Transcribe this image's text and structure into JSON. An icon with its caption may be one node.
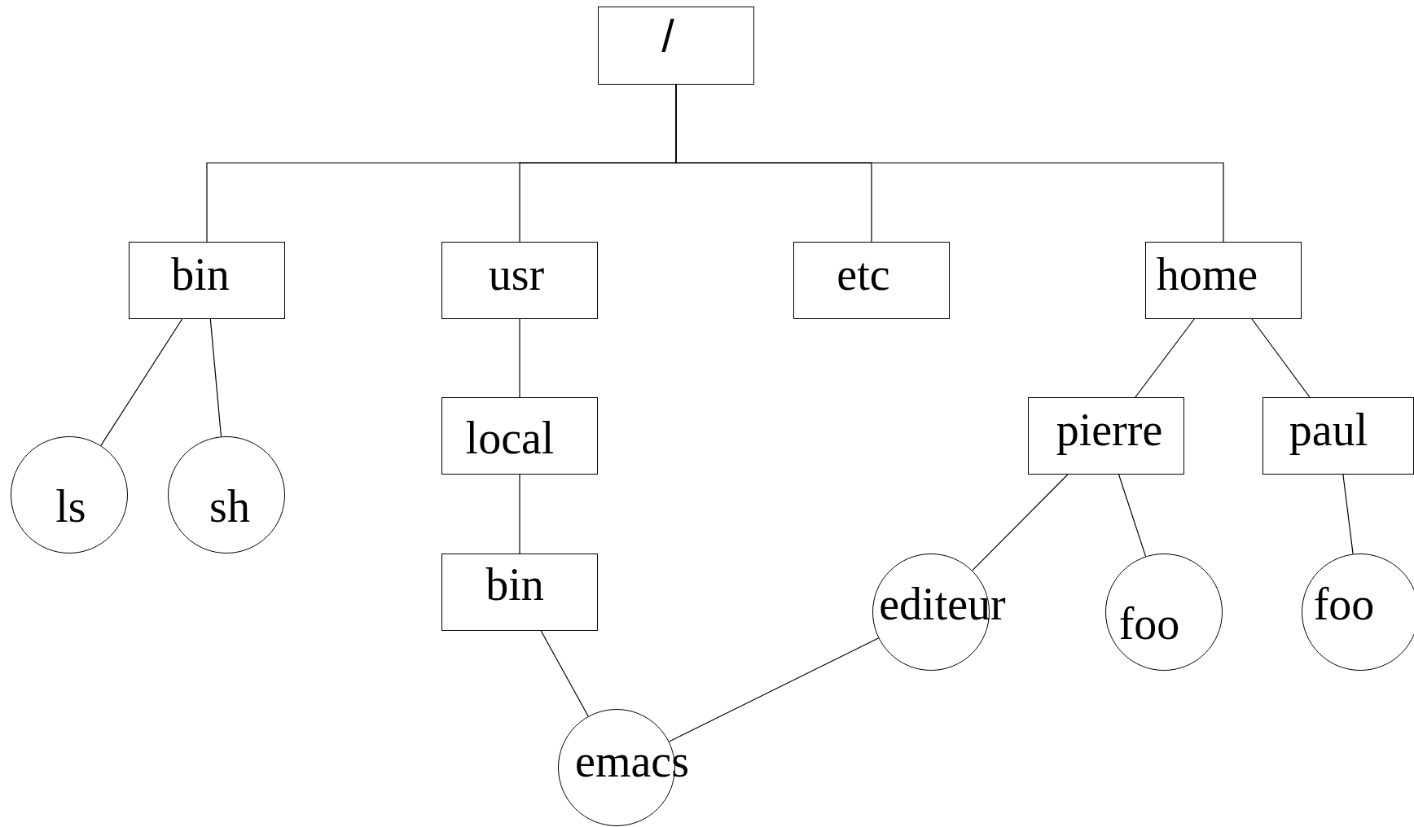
{
  "diagram": {
    "nodes": [
      {
        "text": [
          "/"
        ]
      },
      {
        "text": [
          "bin"
        ]
      },
      {
        "text": [
          "usr"
        ]
      },
      {
        "text": [
          "etc"
        ]
      },
      {
        "text": [
          "home"
        ]
      },
      {
        "text": [
          "ls"
        ]
      },
      {
        "text": [
          "sh"
        ]
      },
      {
        "text": [
          "local"
        ]
      },
      {
        "text": [
          "pierre"
        ]
      },
      {
        "text": [
          "paul"
        ]
      },
      {
        "text": [
          "bin"
        ]
      },
      {
        "text": [
          "editeur"
        ]
      },
      {
        "text": [
          "foo"
        ]
      },
      {
        "text": [
          "foo"
        ]
      },
      {
        "text": [
          "emacs"
        ]
      }
    ],
    "edges": [
      {
        "from": 0,
        "to": 1,
        "arrow": "none"
      },
      {
        "from": 0,
        "to": 2,
        "arrow": "none"
      },
      {
        "from": 0,
        "to": 3,
        "arrow": "none"
      },
      {
        "from": 0,
        "to": 4,
        "arrow": "none"
      },
      {
        "from": 1,
        "to": 5,
        "arrow": "none"
      },
      {
        "from": 1,
        "to": 6,
        "arrow": "none"
      },
      {
        "from": 2,
        "to": 7,
        "arrow": "none"
      },
      {
        "from": 7,
        "to": 10,
        "arrow": "none"
      },
      {
        "from": 10,
        "to": 14,
        "arrow": "none"
      },
      {
        "from": 4,
        "to": 8,
        "arrow": "none"
      },
      {
        "from": 4,
        "to": 9,
        "arrow": "none"
      },
      {
        "from": 8,
        "to": 11,
        "arrow": "none"
      },
      {
        "from": 8,
        "to": 12,
        "arrow": "none"
      },
      {
        "from": 9,
        "to": 13,
        "arrow": "none"
      },
      {
        "from": 11,
        "to": 14,
        "arrow": "none"
      }
    ]
  }
}
